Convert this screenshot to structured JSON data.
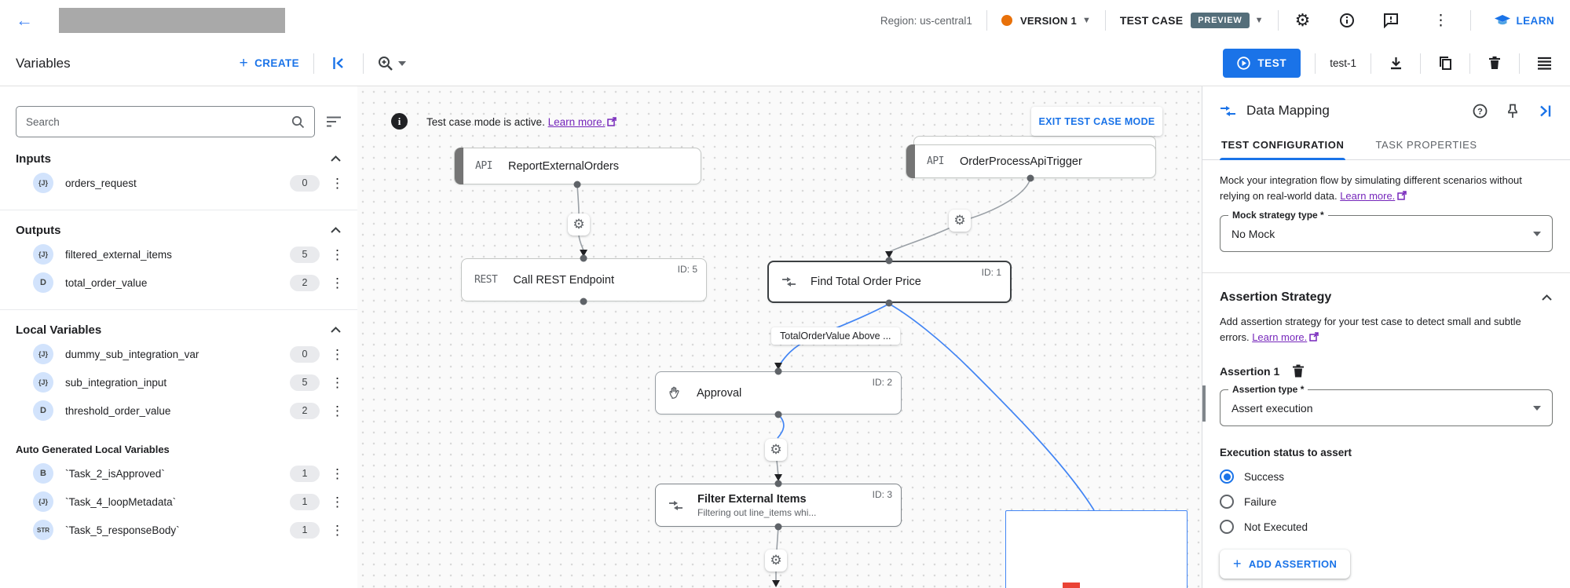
{
  "topbar": {
    "region": "Region: us-central1",
    "version": "VERSION 1",
    "test_case": "TEST CASE",
    "preview_badge": "PREVIEW",
    "learn": "LEARN"
  },
  "toolbar": {
    "title": "Variables",
    "create": "CREATE",
    "test": "TEST",
    "test_case_name": "test-1"
  },
  "sidebar": {
    "search_placeholder": "Search",
    "sections": [
      {
        "title": "Inputs",
        "items": [
          {
            "icon": "{J}",
            "name": "orders_request",
            "count": "0"
          }
        ]
      },
      {
        "title": "Outputs",
        "items": [
          {
            "icon": "{J}",
            "name": "filtered_external_items",
            "count": "5"
          },
          {
            "icon": "D",
            "name": "total_order_value",
            "count": "2"
          }
        ]
      },
      {
        "title": "Local Variables",
        "items": [
          {
            "icon": "{J}",
            "name": "dummy_sub_integration_var",
            "count": "0"
          },
          {
            "icon": "{J}",
            "name": "sub_integration_input",
            "count": "5"
          },
          {
            "icon": "D",
            "name": "threshold_order_value",
            "count": "2"
          }
        ]
      },
      {
        "title": "Auto Generated Local Variables",
        "items": [
          {
            "icon": "B",
            "name": "`Task_2_isApproved`",
            "count": "1"
          },
          {
            "icon": "{J}",
            "name": "`Task_4_loopMetadata`",
            "count": "1"
          },
          {
            "icon": "STR",
            "name": "`Task_5_responseBody`",
            "count": "1"
          }
        ]
      }
    ]
  },
  "canvas": {
    "banner": {
      "info": "i",
      "text": "Test case mode is active.",
      "link": "Learn more.",
      "exit_button": "EXIT TEST CASE MODE"
    },
    "nodes": {
      "report_external_orders": {
        "tag": "API",
        "title": "ReportExternalOrders"
      },
      "order_process_api_trigger": {
        "tag": "API",
        "title": "OrderProcessApiTrigger"
      },
      "call_rest_endpoint": {
        "tag": "REST",
        "title": "Call REST Endpoint",
        "id": "ID: 5"
      },
      "find_total_order_price": {
        "title": "Find Total Order Price",
        "id": "ID: 1"
      },
      "approval": {
        "title": "Approval",
        "id": "ID: 2"
      },
      "filter_external_items": {
        "title": "Filter External Items",
        "subtitle": "Filtering out line_items whi...",
        "id": "ID: 3"
      }
    },
    "edge_label": "TotalOrderValue Above ..."
  },
  "panel": {
    "title": "Data Mapping",
    "tabs": [
      {
        "label": "TEST CONFIGURATION"
      },
      {
        "label": "TASK PROPERTIES"
      }
    ],
    "mock": {
      "description": "Mock your integration flow by simulating different scenarios without relying on real-world data.",
      "link": "Learn more.",
      "field_label": "Mock strategy type *",
      "value": "No Mock"
    },
    "assertion": {
      "section_title": "Assertion Strategy",
      "description": "Add assertion strategy for your test case to detect small and subtle errors.",
      "link": "Learn more.",
      "item_title": "Assertion 1",
      "type_label": "Assertion type *",
      "type_value": "Assert execution",
      "status_label": "Execution status to assert",
      "options": [
        {
          "label": "Success",
          "selected": true
        },
        {
          "label": "Failure",
          "selected": false
        },
        {
          "label": "Not Executed",
          "selected": false
        }
      ],
      "add_button": "ADD ASSERTION"
    }
  },
  "colors": {
    "accent": "#1a73e8",
    "edge_blue": "#4285f4",
    "purple_link": "#7627bb",
    "preview_badge_bg": "#546e7a",
    "version_dot": "#e8710a"
  }
}
